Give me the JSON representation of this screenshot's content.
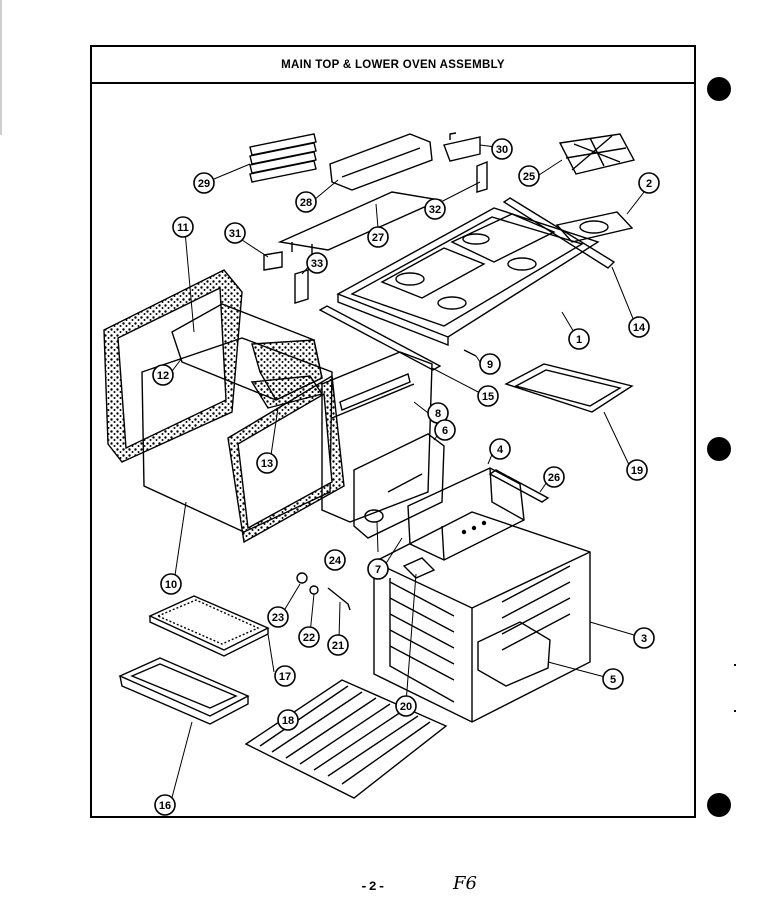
{
  "document": {
    "title": "MAIN TOP & LOWER OVEN ASSEMBLY",
    "page_number": "-2-",
    "page_code": "F6"
  },
  "parts_diagram": {
    "callouts": [
      "1",
      "2",
      "3",
      "4",
      "5",
      "6",
      "7",
      "8",
      "9",
      "10",
      "11",
      "12",
      "13",
      "14",
      "15",
      "16",
      "17",
      "18",
      "19",
      "20",
      "21",
      "22",
      "23",
      "24",
      "25",
      "26",
      "27",
      "28",
      "29",
      "30",
      "31",
      "32",
      "33"
    ]
  },
  "binder_holes": 3
}
